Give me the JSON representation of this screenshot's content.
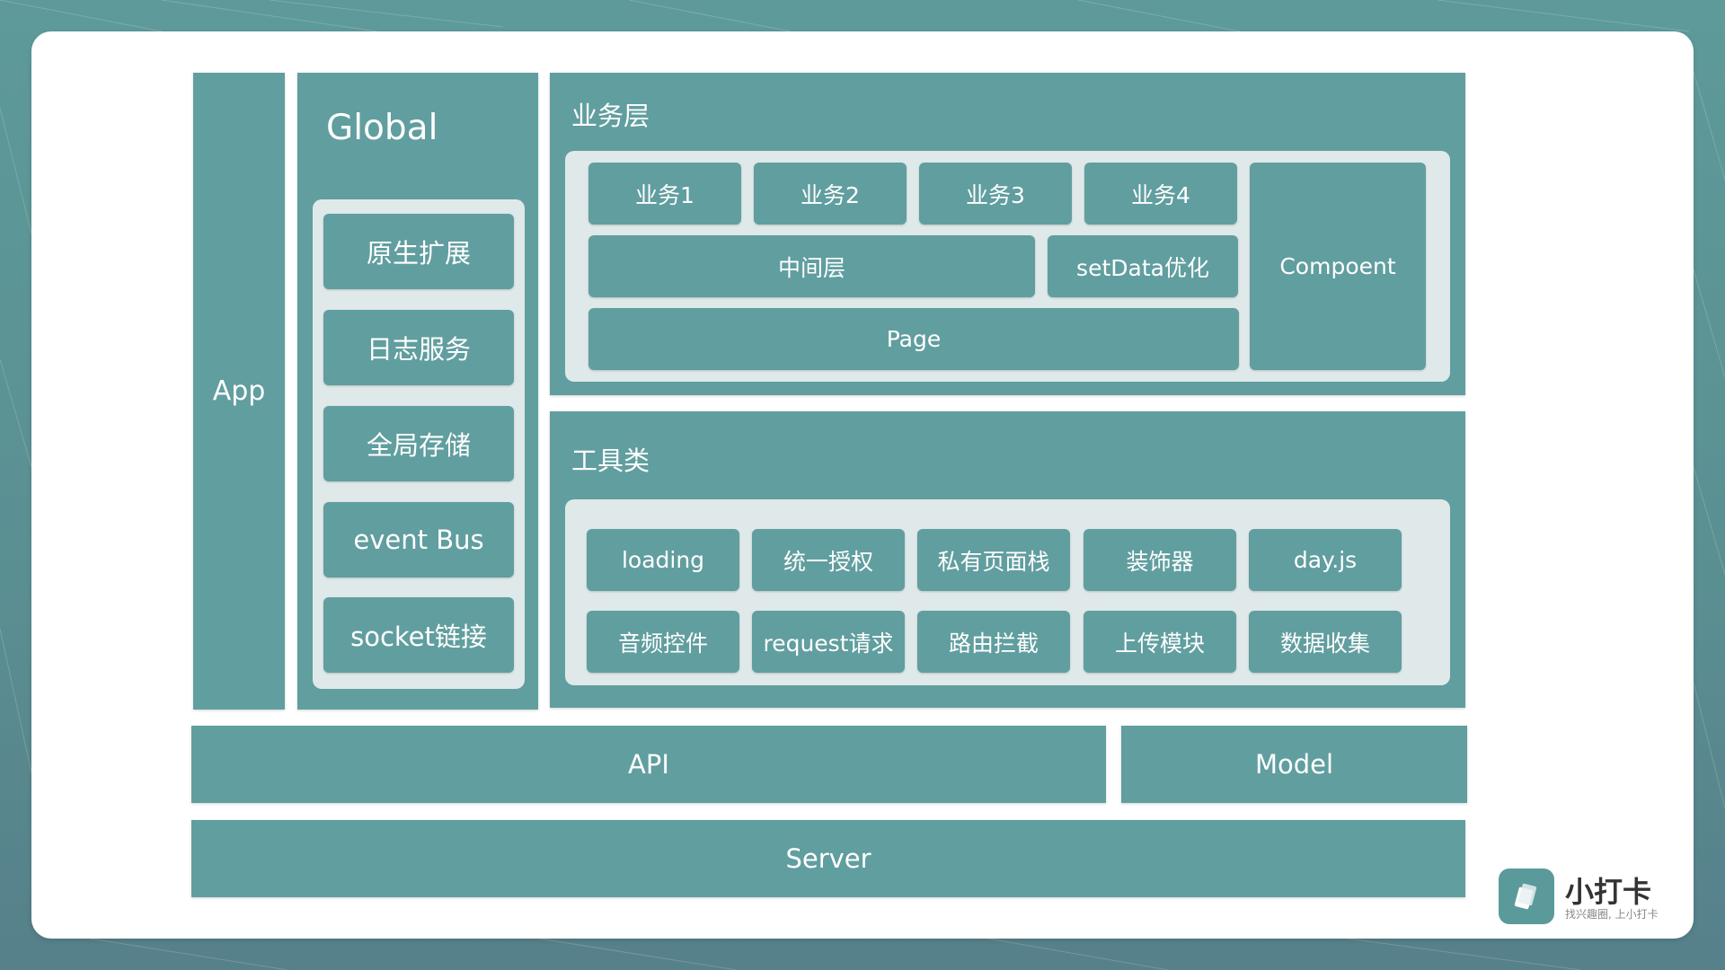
{
  "diagram": {
    "app_label": "App",
    "global": {
      "title": "Global",
      "items": [
        "原生扩展",
        "日志服务",
        "全局存储",
        "event Bus",
        "socket链接"
      ]
    },
    "business_layer": {
      "title": "业务层",
      "biz": [
        "业务1",
        "业务2",
        "业务3",
        "业务4"
      ],
      "middle": "中间层",
      "setdata": "setData优化",
      "page": "Page",
      "component": "Compoent"
    },
    "tools": {
      "title": "工具类",
      "row1": [
        "loading",
        "统一授权",
        "私有页面栈",
        "装饰器",
        "day.js"
      ],
      "row2": [
        "音频控件",
        "request请求",
        "路由拦截",
        "上传模块",
        "数据收集"
      ]
    },
    "api": "API",
    "model": "Model",
    "server": "Server"
  },
  "brand": {
    "name": "小打卡",
    "slogan": "找兴趣圈, 上小打卡"
  },
  "colors": {
    "box": "#619e9f",
    "inner": "#dfe9e9",
    "background": "#5e9a9a"
  }
}
